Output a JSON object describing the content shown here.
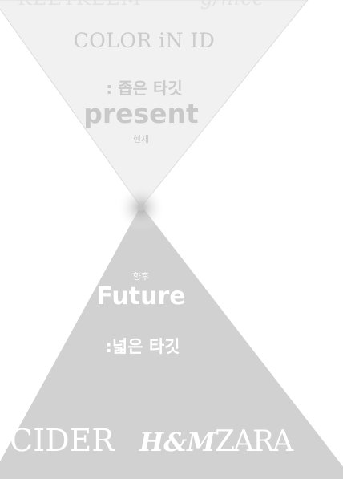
{
  "top_section": {
    "brands_cut": [
      "KEETKEEM",
      "g/nice"
    ],
    "brand": "COLOR iN ID",
    "target": ": 좁은 타깃",
    "time_en": "present",
    "time_ko": "현재"
  },
  "bottom_section": {
    "time_ko": "향후",
    "time_en": "Future",
    "target": ":넓은 타깃",
    "brands": [
      "CIDER",
      "H&M",
      "ZARA"
    ]
  },
  "colors": {
    "top_triangle": "#f1f1f1",
    "bottom_triangle": "#d1d1d1",
    "top_text": "#cfcfcf",
    "bottom_text": "#ffffff",
    "center_glow": "#bdbdbd"
  }
}
